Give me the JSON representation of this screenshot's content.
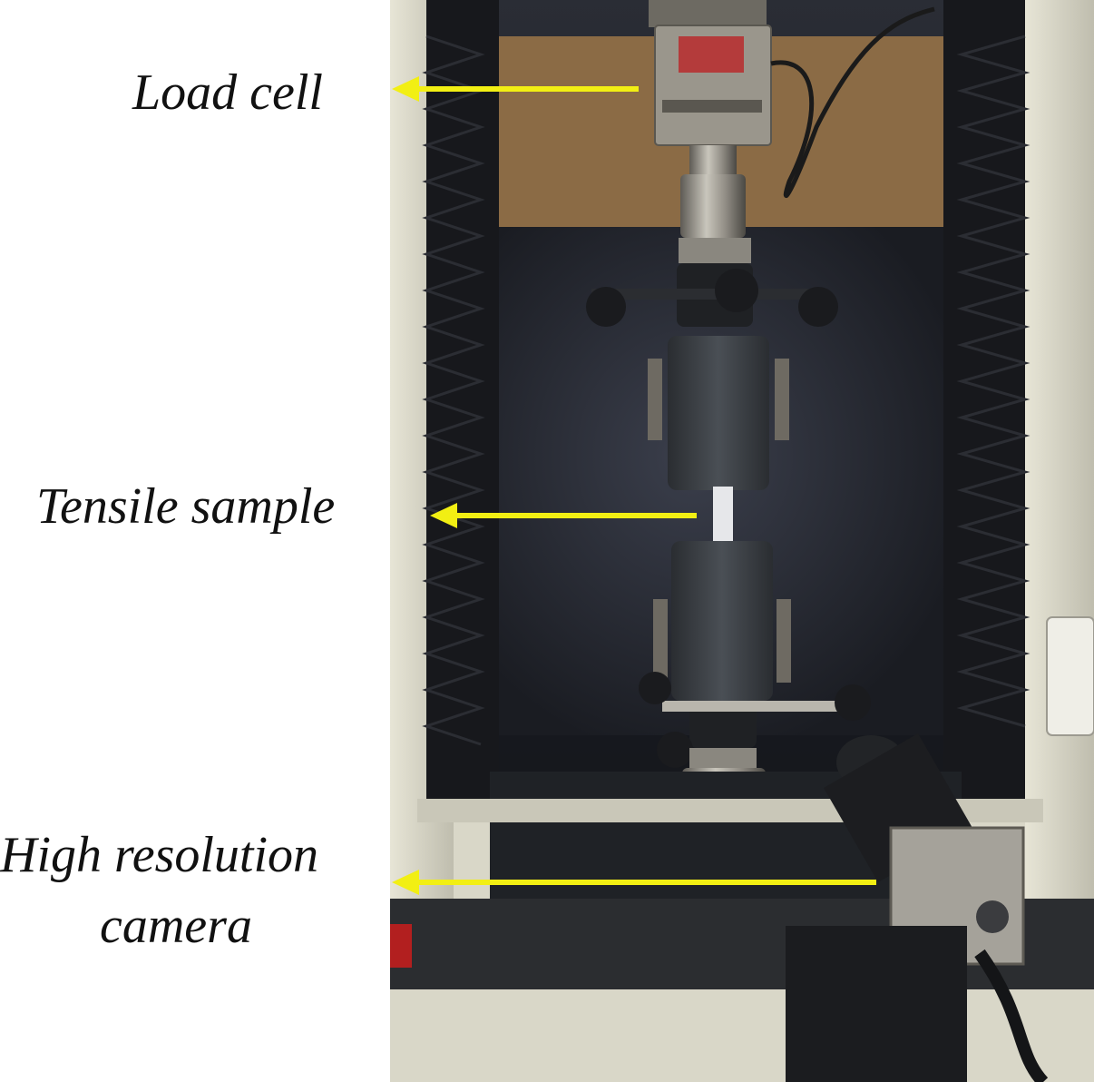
{
  "annotations": {
    "load_cell": "Load cell",
    "tensile_sample": "Tensile sample",
    "camera_line1": "High resolution",
    "camera_line2": "camera"
  },
  "colors": {
    "arrow": "#f2ef13",
    "background": "#ffffff",
    "frame": "#d8d6c4",
    "chamber": "#1f222a",
    "grip": "#3b3f44",
    "load_cell_body": "#9a968c"
  }
}
